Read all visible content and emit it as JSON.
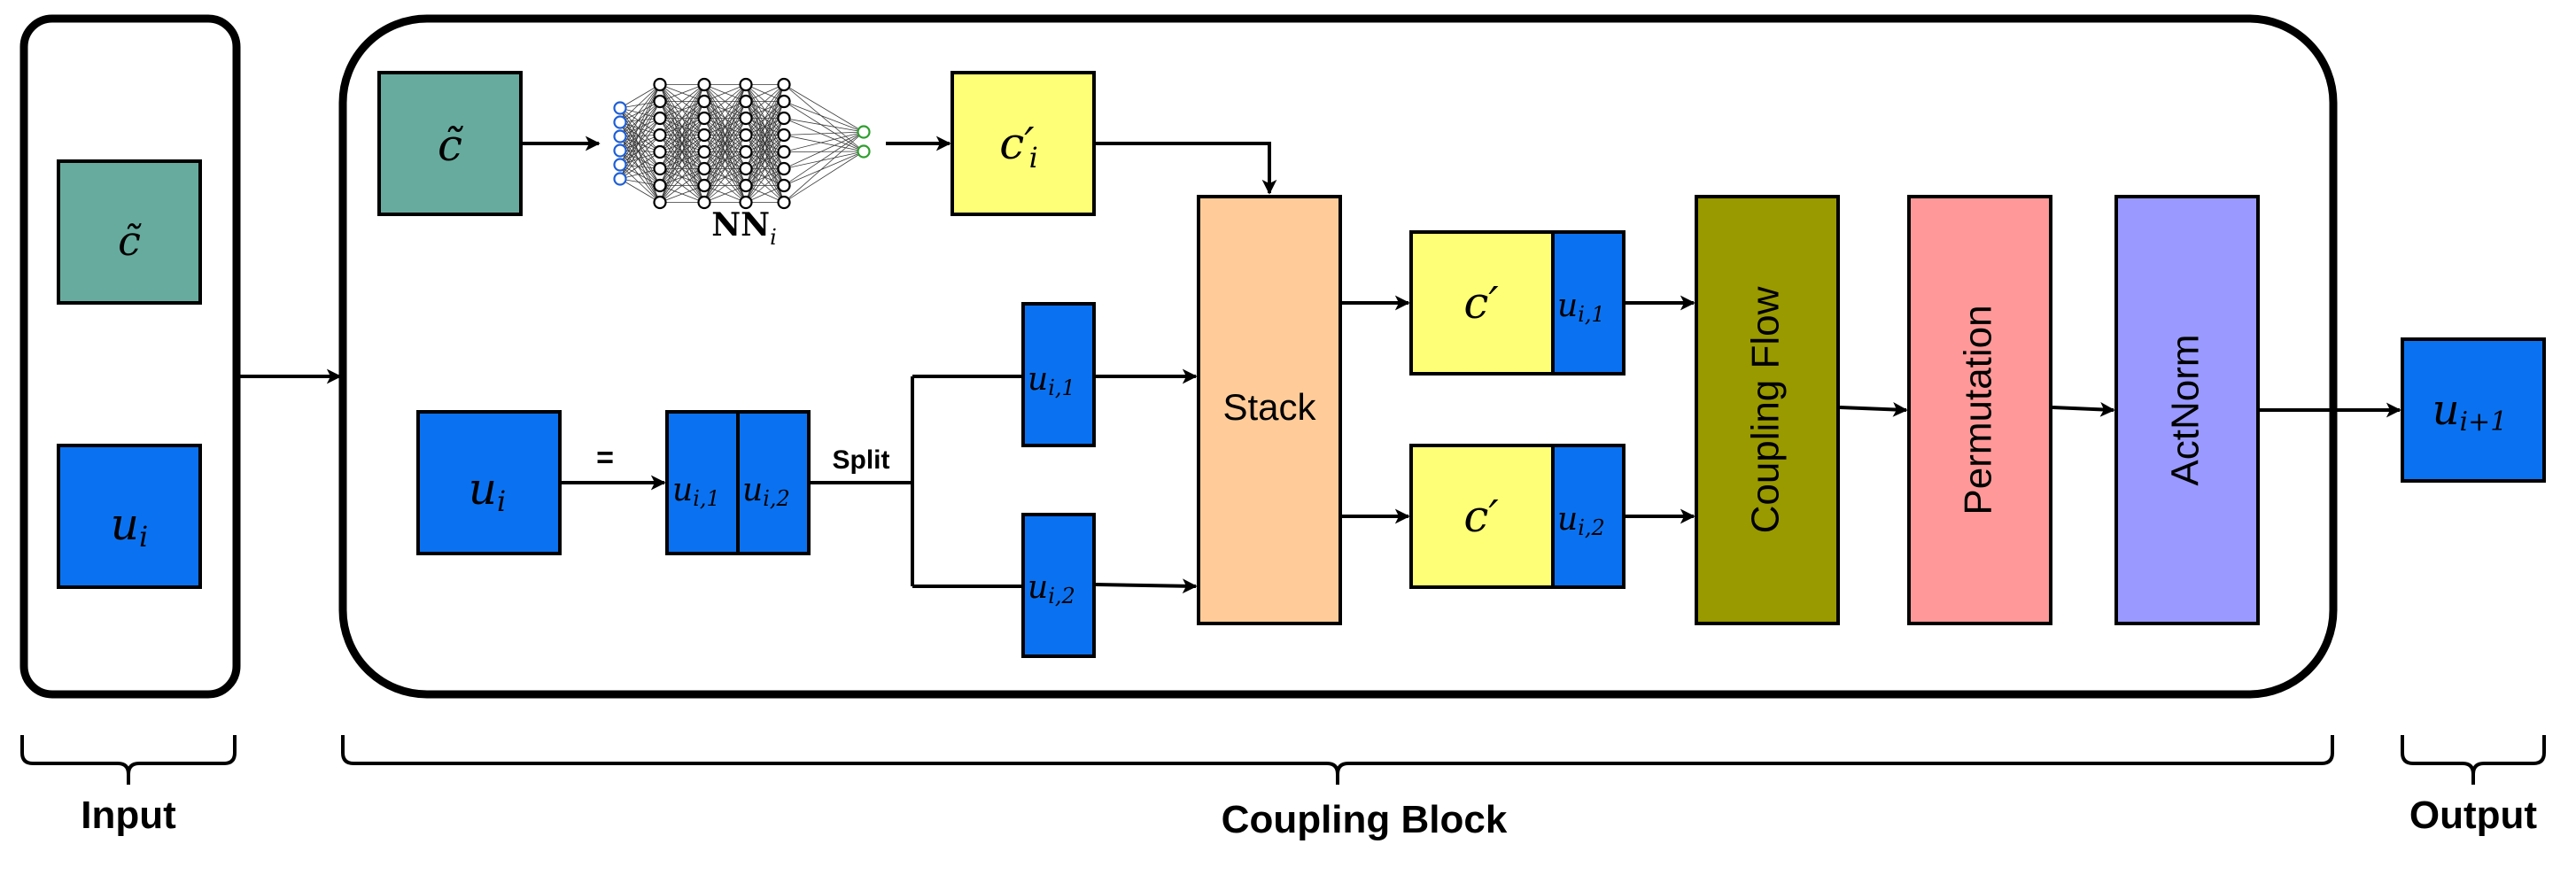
{
  "colors": {
    "stroke": "#000000",
    "teal": "#67AB9F",
    "blue": "#0A72F0",
    "yellow": "#FFFF77",
    "peach": "#FFCC99",
    "olive": "#999900",
    "pink": "#FF9999",
    "lavender": "#9999FF",
    "nn_input_node": "#1E5FD6",
    "nn_output_node": "#2E9E2E"
  },
  "labels": {
    "input_c_tilde": "c̃",
    "input_u_i_base": "u",
    "input_u_i_sub": "i",
    "block_c_tilde": "c̃",
    "nn_base": "NN",
    "nn_sub": "i",
    "ci_prime_base": "c′",
    "ci_prime_sub": "i",
    "block_u_i_base": "u",
    "block_u_i_sub": "i",
    "equals": "=",
    "split_u_i1_base": "u",
    "split_u_i1_sub": "i,1",
    "split_u_i2_base": "u",
    "split_u_i2_sub": "i,2",
    "split": "Split",
    "branch_u_i1_base": "u",
    "branch_u_i1_sub": "i,1",
    "branch_u_i2_base": "u",
    "branch_u_i2_sub": "i,2",
    "stack": "Stack",
    "c_prime_top": "c′",
    "c_prime_bottom": "c′",
    "pair_u_i1_base": "u",
    "pair_u_i1_sub": "i,1",
    "pair_u_i2_base": "u",
    "pair_u_i2_sub": "i,2",
    "coupling_flow": "Coupling Flow",
    "permutation": "Permutation",
    "actnorm": "ActNorm",
    "output_base": "u",
    "output_sub": "i+1",
    "brace_input": "Input",
    "brace_coupling_block": "Coupling Block",
    "brace_output": "Output"
  }
}
